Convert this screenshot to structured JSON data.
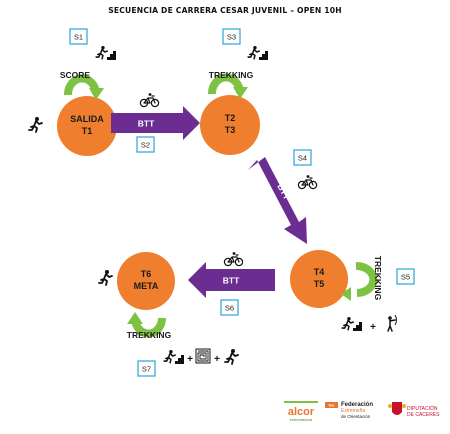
{
  "title": "SECUENCIA DE CARRERA CESAR JUVENIL – OPEN 10H",
  "nodes": [
    {
      "id": "t1",
      "line1": "SALIDA",
      "line2": "T1"
    },
    {
      "id": "t23",
      "line1": "T2",
      "line2": "T3"
    },
    {
      "id": "t45",
      "line1": "T4",
      "line2": "T5"
    },
    {
      "id": "t6",
      "line1": "T6",
      "line2": "META"
    }
  ],
  "legs": [
    {
      "stage": "S1",
      "label": "SCORE",
      "icons": [
        "orienteering-climb-icon"
      ]
    },
    {
      "stage": "S2",
      "label": "BTT",
      "icons": [
        "bike-icon"
      ]
    },
    {
      "stage": "S3",
      "label": "TREKKING",
      "icons": [
        "orienteering-climb-icon"
      ]
    },
    {
      "stage": "S4",
      "label": "BTT",
      "icons": [
        "bike-icon"
      ]
    },
    {
      "stage": "S5",
      "label": "TREKKING",
      "icons": [
        "orienteering-climb-icon",
        "archery-icon"
      ]
    },
    {
      "stage": "S6",
      "label": "BTT",
      "icons": [
        "bike-icon"
      ]
    },
    {
      "stage": "S7",
      "label": "TREKKING",
      "icons": [
        "orienteering-climb-icon",
        "maze-icon",
        "runner-icon"
      ]
    }
  ],
  "plus_sign": "+",
  "logos": [
    {
      "name": "alcor",
      "text": "alcor",
      "subtext": "extremadura"
    },
    {
      "name": "federacion",
      "mark": "feo",
      "lines": [
        "Federación",
        "Extremeña",
        "de Orientación"
      ]
    },
    {
      "name": "diputacion",
      "lines": [
        "DIPUTACIÓN",
        "DE CÁCERES"
      ]
    }
  ],
  "colors": {
    "node": "#ef7f2e",
    "btt_arrow": "#6b2d91",
    "loop_arrow": "#7dc242",
    "stage_box": "#2aa3d8",
    "federacion_orange": "#e8762d",
    "diputacion_red": "#c8102e"
  }
}
